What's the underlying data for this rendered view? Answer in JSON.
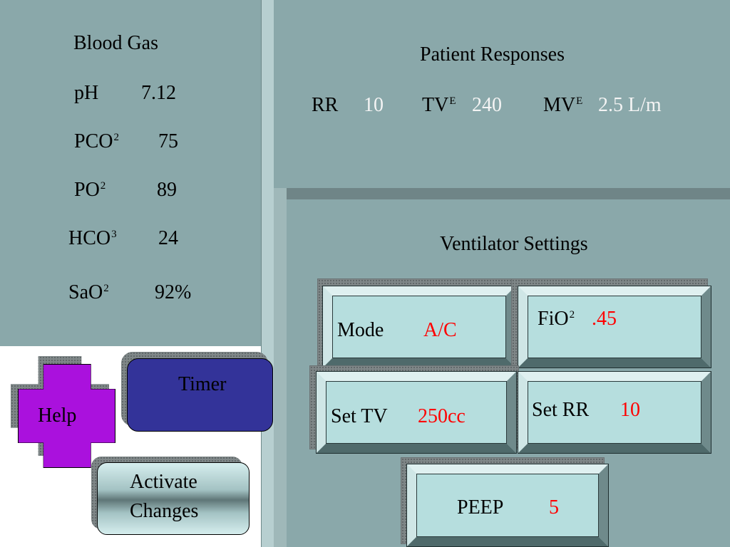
{
  "blood_gas": {
    "title": "Blood Gas",
    "ph_label": "pH",
    "ph_value": "7.12",
    "pco_label": "PCO",
    "pco_sub": "2",
    "pco_value": "75",
    "po_label": "PO",
    "po_sub": "2",
    "po_value": "89",
    "hco_label": "HCO",
    "hco_sub": "3",
    "hco_value": "24",
    "sao_label": "SaO",
    "sao_sub": "2",
    "sao_value": "92%"
  },
  "patient_responses": {
    "title": "Patient Responses",
    "rr_label": "RR",
    "rr_value": "10",
    "tv_label": "TV",
    "tv_sup": "E",
    "tv_value": "240",
    "mv_label": "MV",
    "mv_sup": "E",
    "mv_value": "2.5 L/m"
  },
  "ventilator": {
    "title": "Ventilator Settings",
    "mode_label": "Mode",
    "mode_value": "A/C",
    "fio_label": "FiO",
    "fio_sup": "2",
    "fio_value": ".45",
    "tv_label": "Set TV",
    "tv_value": "250cc",
    "rr_label": "Set RR",
    "rr_value": "10",
    "peep_label": "PEEP",
    "peep_value": "5"
  },
  "controls": {
    "help_label": "Help",
    "timer_label": "Timer",
    "activate_line1": "Activate",
    "activate_line2": "Changes"
  },
  "colors": {
    "panel": "#8aa8aa",
    "help": "#aa11dd",
    "timer": "#333399",
    "value_red": "#ff0000"
  }
}
